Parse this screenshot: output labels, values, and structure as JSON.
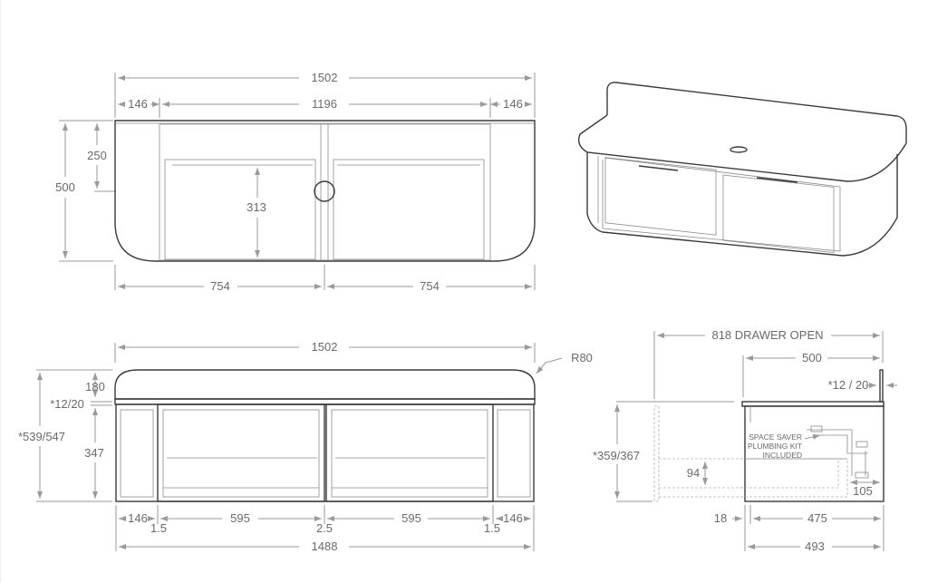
{
  "plan_view": {
    "overall": "1502",
    "left": "146",
    "middle": "1196",
    "right": "146",
    "depth": "500",
    "top_depth": "250",
    "inner": "313",
    "half_left": "754",
    "half_right": "754"
  },
  "front_view": {
    "overall": "1502",
    "radius": "R80",
    "top": "180",
    "bench": "*12/20",
    "body": "347",
    "total": "*539/547",
    "side_left": "146",
    "gap_left": "1.5",
    "drawer_left": "595",
    "gap_mid": "2.5",
    "drawer_right": "595",
    "gap_right": "1.5",
    "side_right": "146",
    "base": "1488"
  },
  "side_view": {
    "drawer_open": "818 DRAWER OPEN",
    "depth": "500",
    "splash": "*12 / 20",
    "height": "*359/367",
    "drawer_inner": "94",
    "clearance": "105",
    "front": "18",
    "body": "475",
    "base": "493",
    "note_1": "SPACE SAVER",
    "note_2": "PLUMBING KIT",
    "note_3": "INCLUDED"
  }
}
